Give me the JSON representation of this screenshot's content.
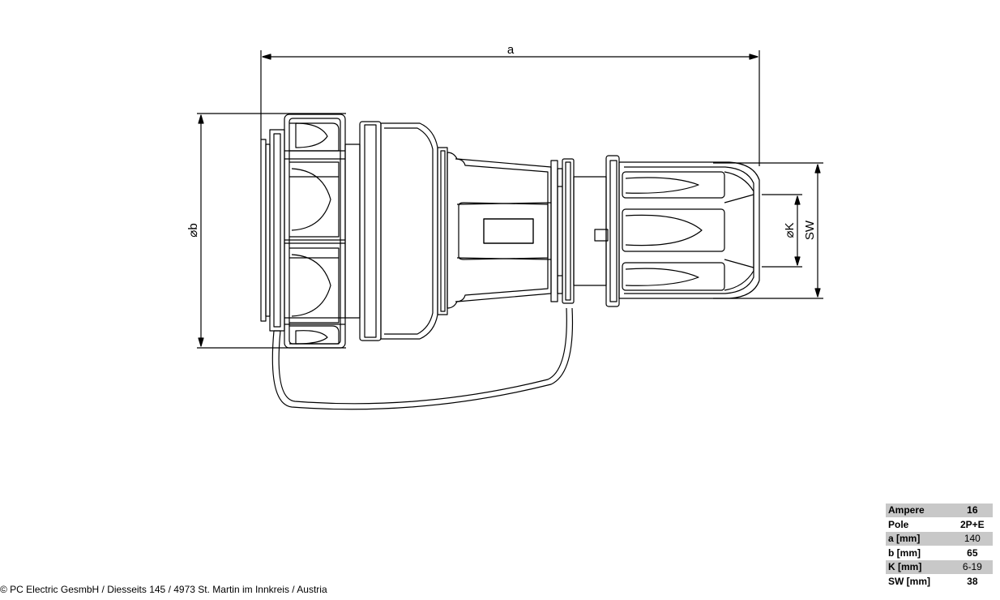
{
  "dimensions": {
    "a": "a",
    "b": "⌀b",
    "k": "⌀K",
    "sw": "SW"
  },
  "specs": [
    {
      "label": "Ampere",
      "value": "16"
    },
    {
      "label": "Pole",
      "value": "2P+E"
    },
    {
      "label": "a [mm]",
      "value": "140"
    },
    {
      "label": "b [mm]",
      "value": "65"
    },
    {
      "label": "K [mm]",
      "value": "6-19"
    },
    {
      "label": "SW [mm]",
      "value": "38"
    }
  ],
  "footer": "© PC Electric GesmbH / Diesseits 145 / 4973 St. Martin im Innkreis / Austria",
  "colors": {
    "line": "#000000",
    "table_shade": "#c8c8c8"
  }
}
